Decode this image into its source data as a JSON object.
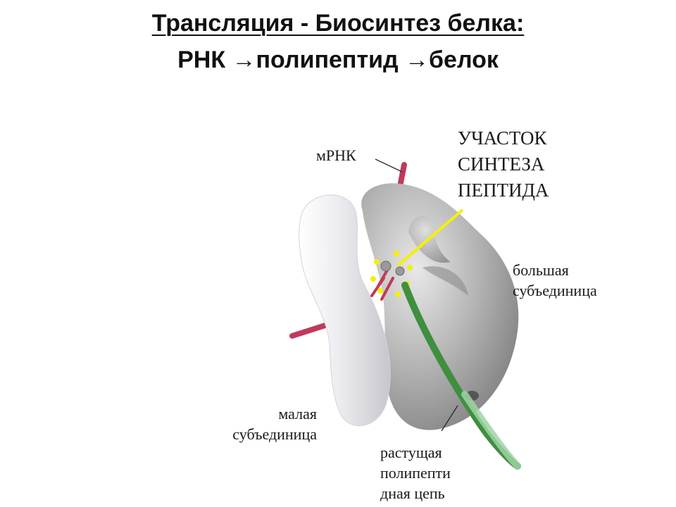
{
  "title": {
    "line1": "Трансляция - Биосинтез белка:",
    "line2": "РНК →полипептид →белок"
  },
  "labels": {
    "mrna": "мРНК",
    "synthesis_site": "УЧАСТОК\nСИНТЕЗА\nПЕПТИДА",
    "large_subunit": "большая\nсубъединица",
    "small_subunit": "малая\nсубъединица",
    "growing_chain": "растущая\nполипепти\nдная цепь"
  },
  "colors": {
    "mrna": "#c0395a",
    "synthesis_pointer": "#f5f000",
    "polypeptide": "#3f8f3f",
    "small_subunit": "#e6e6ea",
    "large_subunit": "#a9a9a9"
  }
}
